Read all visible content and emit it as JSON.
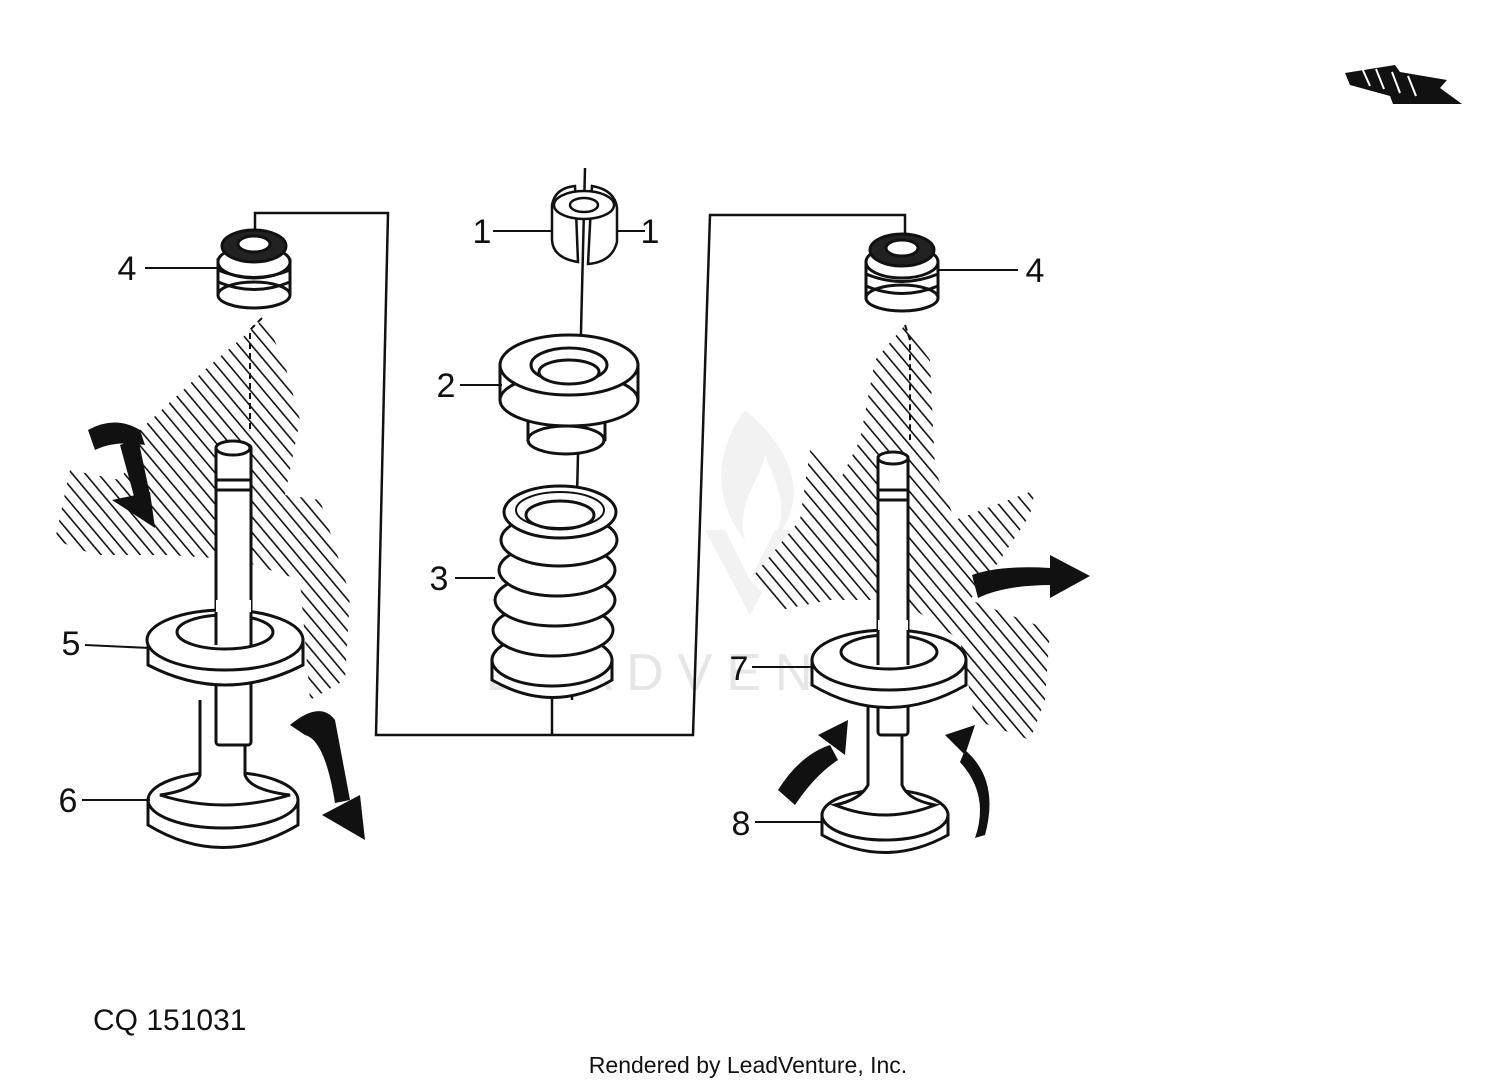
{
  "diagram": {
    "callouts": {
      "c1_left": "1",
      "c1_right": "1",
      "c2": "2",
      "c3": "3",
      "c4_left": "4",
      "c4_right": "4",
      "c5": "5",
      "c6": "6",
      "c7": "7",
      "c8": "8"
    },
    "figure_code": "CQ 151031",
    "credit": "Rendered by LeadVenture, Inc.",
    "watermark": "LEADVENTURE",
    "colors": {
      "ink": "#111111",
      "paper": "#ffffff",
      "watermark": "#e6e6e6"
    }
  }
}
